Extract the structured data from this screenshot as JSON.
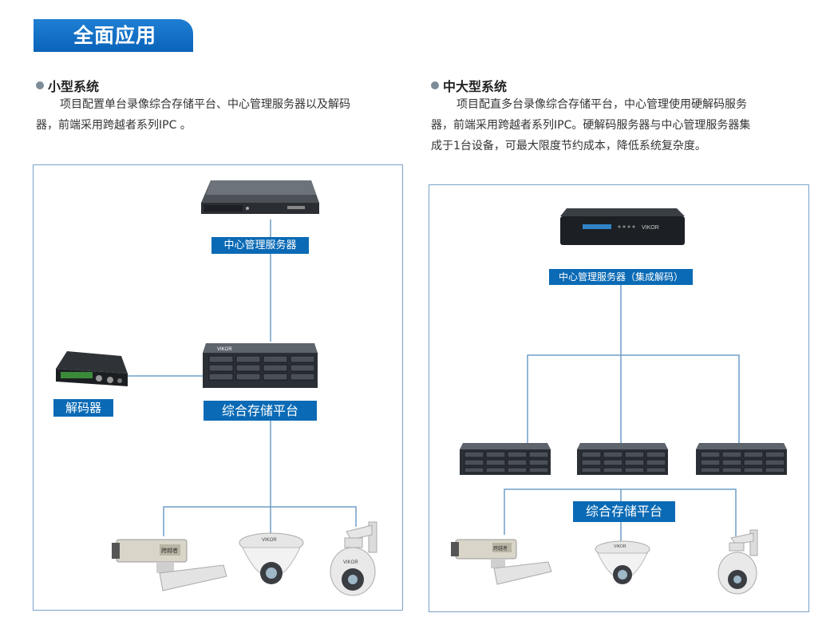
{
  "header": {
    "title": "全面应用"
  },
  "small_system": {
    "title": "小型系统",
    "description_line1": "项目配置单台录像综合存储平台、中心管理服务器以及解码",
    "description_line2": "器，前端采用跨越者系列IPC 。",
    "labels": {
      "server": "中心管理服务器",
      "decoder": "解码器",
      "storage": "综合存储平台"
    }
  },
  "large_system": {
    "title": "中大型系统",
    "description_line1": "项目配直多台录像综合存储平台，中心管理使用硬解码服务",
    "description_line2": "器，前端采用跨越者系列IPC。硬解码服务器与中心管理服务器集",
    "description_line3": "成于1台设备，可最大限度节约成本，降低系统复杂度。",
    "labels": {
      "server": "中心管理服务器（集成解码）",
      "storage": "综合存储平台"
    }
  },
  "brand": {
    "device_logo": "VIKOR",
    "camera_tag": "跨越者"
  },
  "colors": {
    "accent": "#0a6ab5",
    "line": "#6f9ec9",
    "panel_border": "#7aa2c8"
  }
}
